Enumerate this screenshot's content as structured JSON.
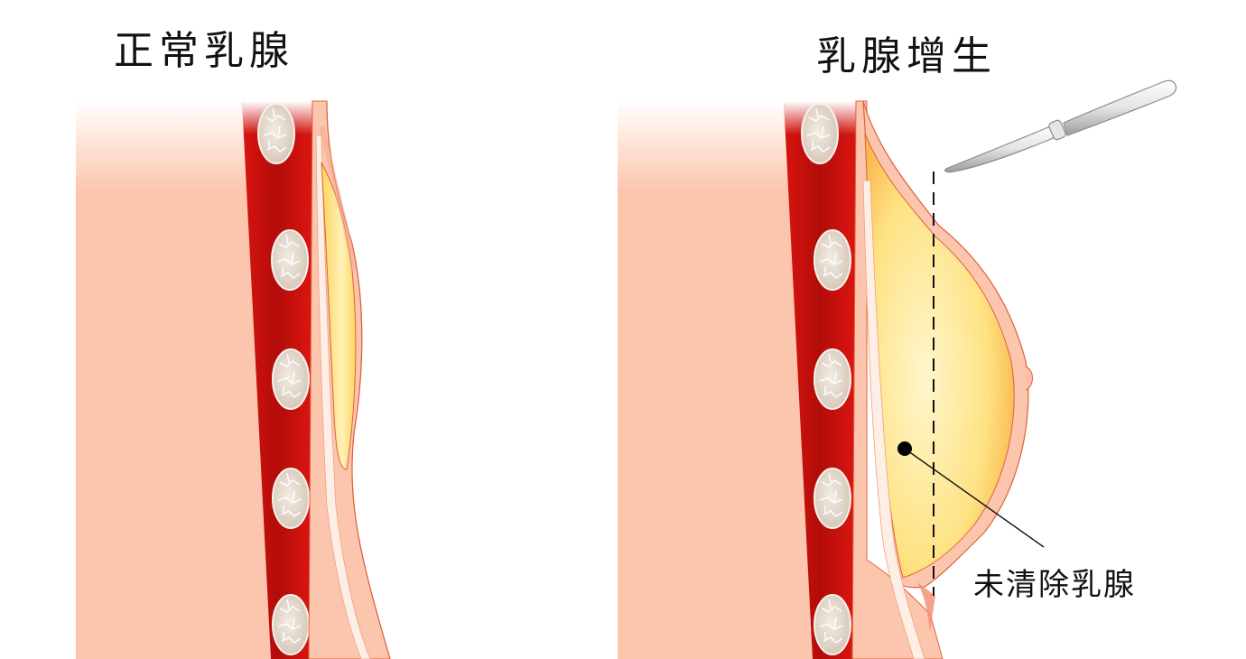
{
  "panels": {
    "left": {
      "title": "正常乳腺"
    },
    "right": {
      "title": "乳腺增生",
      "callout_label": "未清除乳腺"
    }
  },
  "colors": {
    "skin": "#fcc6ae",
    "skin_edge": "#f0a586",
    "muscle": "#d6120f",
    "muscle_dark": "#b30c0a",
    "rib": "#e9e1d7",
    "gland": "#fde27a",
    "gland_light": "#fff3c0",
    "outline": "#e0603c",
    "dashed_line": "#111111"
  },
  "icons": {
    "tool": "knife-icon",
    "pointer": "callout-dot-icon"
  }
}
